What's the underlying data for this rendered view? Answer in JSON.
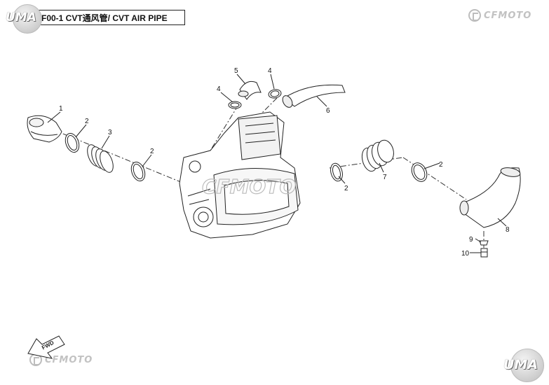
{
  "header": {
    "title": "F00-1 CVT通风管/ CVT AIR PIPE"
  },
  "branding": {
    "top_left_logo": "UMA",
    "top_right_logo": "CFMOTO",
    "watermark": "CFMOTO",
    "bottom_left_logo": "CFMOTO",
    "bottom_right_logo": "UMA",
    "fwd_arrow": "FWD"
  },
  "callouts": [
    "1",
    "2",
    "3",
    "2",
    "4",
    "5",
    "4",
    "6",
    "2",
    "7",
    "2",
    "8",
    "9",
    "10"
  ],
  "colors": {
    "line": "#222222",
    "logo_grey": "#bdbdbd"
  }
}
